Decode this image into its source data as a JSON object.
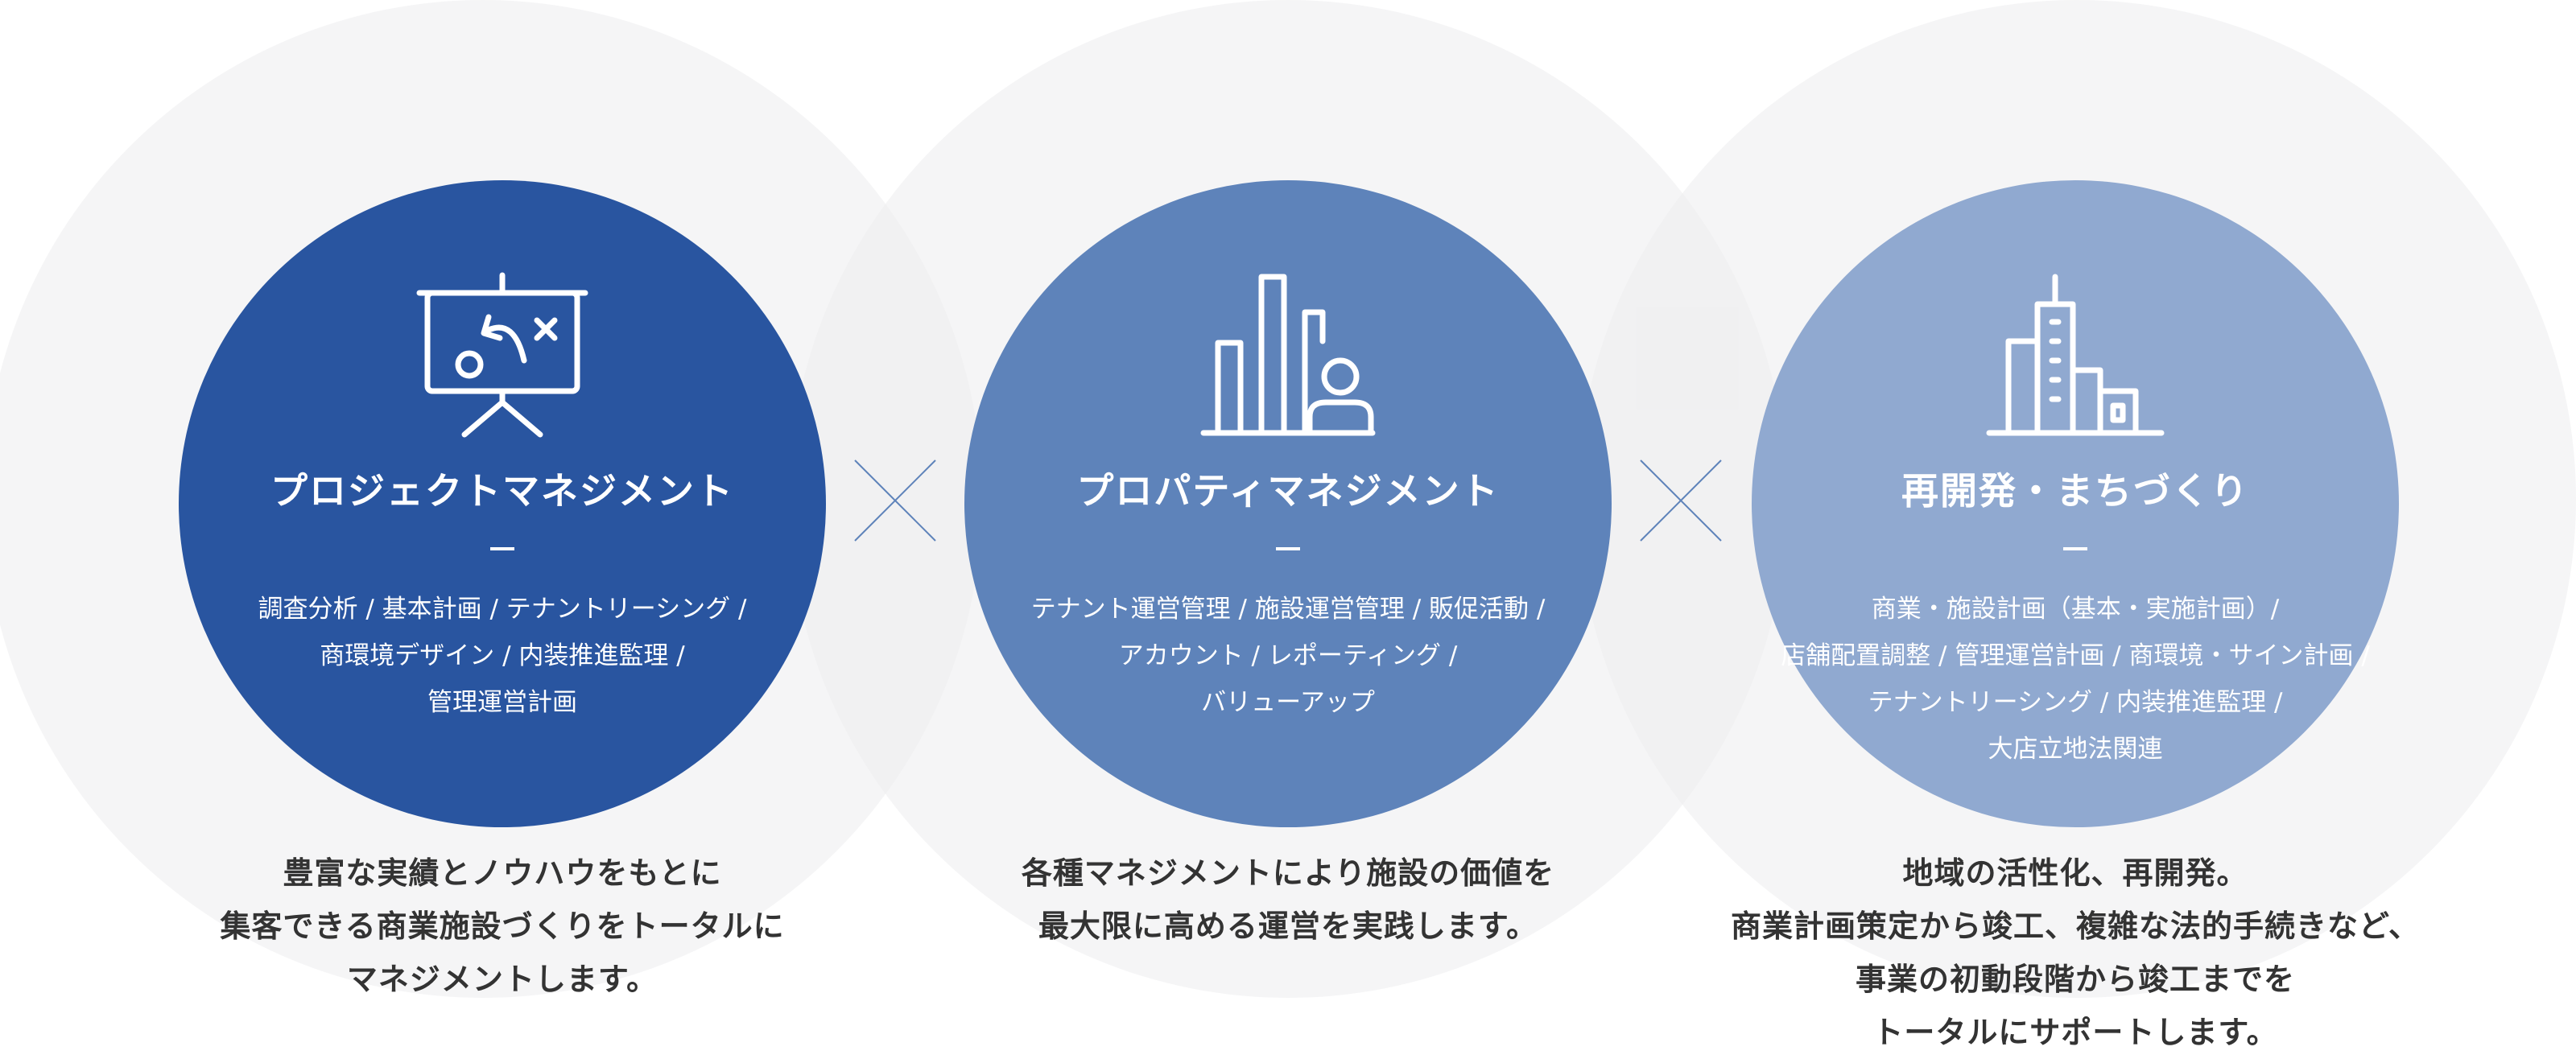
{
  "colors": {
    "circle_1": "#2955a0",
    "circle_2": "#5e83ba",
    "circle_3": "#90a9d0",
    "background_circle": "#f1f1f3",
    "cross_line": "#5e83ba",
    "description_text": "#333333"
  },
  "separator": "×",
  "cards": [
    {
      "icon": "presentation-board-strategy-icon",
      "title": "プロジェクトマネジメント",
      "dash": "—",
      "services": [
        "調査分析 / 基本計画 / テナントリーシング /",
        "商環境デザイン / 内装推進監理 /",
        "管理運営計画"
      ],
      "description": [
        "豊富な実績とノウハウをもとに",
        "集客できる商業施設づくりをトータルに",
        "マネジメントします。"
      ]
    },
    {
      "icon": "bar-chart-person-icon",
      "title": "プロパティマネジメント",
      "dash": "—",
      "services": [
        "テナント運営管理 / 施設運営管理 / 販促活動 /",
        "アカウント / レポーティング /",
        "バリューアップ"
      ],
      "description": [
        "各種マネジメントにより施設の価値を",
        "最大限に高める運営を実践します。"
      ]
    },
    {
      "icon": "city-buildings-icon",
      "title": "再開発・まちづくり",
      "dash": "—",
      "services": [
        "商業・施設計画（基本・実施計画）/",
        "店舗配置調整 / 管理運営計画 / 商環境・サイン計画 /",
        "テナントリーシング / 内装推進監理 /",
        "大店立地法関連"
      ],
      "description": [
        "地域の活性化、再開発。",
        "商業計画策定から竣工、複雑な法的手続きなど、",
        "事業の初動段階から竣工までを",
        "トータルにサポートします。"
      ]
    }
  ]
}
